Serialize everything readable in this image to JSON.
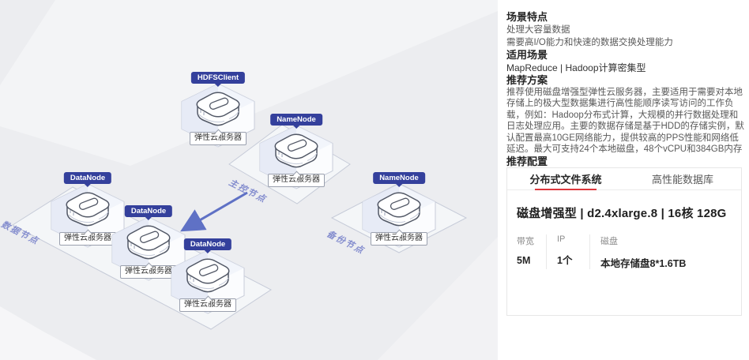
{
  "diagram": {
    "zones": [
      {
        "label": "数据节点"
      },
      {
        "label": "主控节点"
      },
      {
        "label": "备份节点"
      }
    ],
    "nodes": [
      {
        "badge": "HDFSClient",
        "label": "弹性云服务器"
      },
      {
        "badge": "NameNode",
        "label": "弹性云服务器"
      },
      {
        "badge": "DataNode",
        "label": "弹性云服务器"
      },
      {
        "badge": "DataNode",
        "label": "弹性云服务器"
      },
      {
        "badge": "DataNode",
        "label": "弹性云服务器"
      },
      {
        "badge": "NameNode",
        "label": "弹性云服务器"
      }
    ]
  },
  "panel": {
    "scenario_title": "场景特点",
    "scenario_lines": [
      "处理大容量数据",
      "需要高I/O能力和快速的数据交换处理能力"
    ],
    "applicable_title": "适用场景",
    "applicable_value": "MapReduce | Hadoop计算密集型",
    "recommend_title": "推荐方案",
    "recommend_body": "推荐使用磁盘增强型弹性云服务器，主要适用于需要对本地存储上的极大型数据集进行高性能顺序读写访问的工作负载，例如：Hadoop分布式计算，大规模的并行数据处理和日志处理应用。主要的数据存储是基于HDD的存储实例，默认配置最高10GE网络能力，提供较高的PPS性能和网络低延迟。最大可支持24个本地磁盘，48个vCPU和384GB内存",
    "config_title": "推荐配置",
    "config_card": {
      "tabs": [
        {
          "label": "分布式文件系统",
          "active": true
        },
        {
          "label": "高性能数据库",
          "active": false
        }
      ],
      "spec_title": "磁盘增强型 | d2.4xlarge.8 | 16核 128G",
      "columns": [
        {
          "header": "带宽",
          "value": "5M"
        },
        {
          "header": "IP",
          "value": "1个"
        },
        {
          "header": "磁盘",
          "value": "本地存储盘8*1.6TB"
        }
      ]
    }
  },
  "colors": {
    "canvas_bg": "#ecedf0",
    "panel_bg": "#ffffff",
    "badge_bg": "#34409c",
    "zone_label": "#848dce",
    "arrow": "#5f71c5",
    "tab_underline": "#dd373d"
  }
}
